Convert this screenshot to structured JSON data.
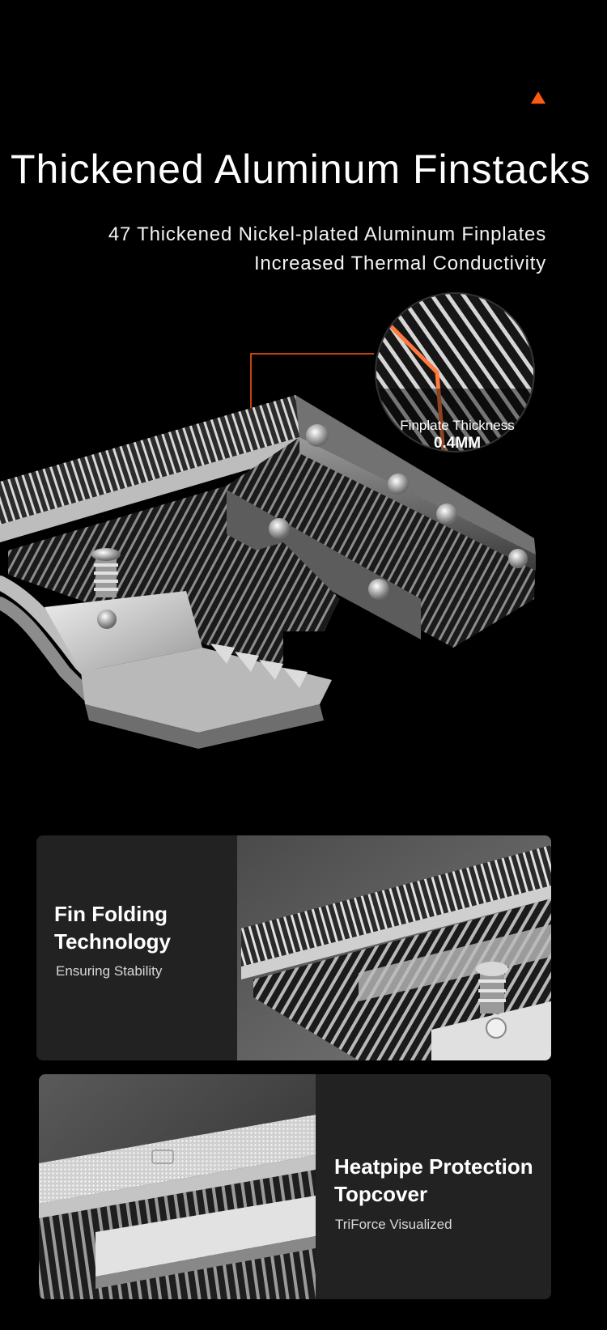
{
  "headline": "Thickened Aluminum Finstacks",
  "subline_1": "47 Thickened Nickel-plated Aluminum Finplates",
  "subline_2": "Increased Thermal Conductivity",
  "callout": {
    "label": "Finplate Thickness",
    "value": "0.4MM"
  },
  "cards": [
    {
      "title": "Fin Folding Technology",
      "subtitle": "Ensuring Stability"
    },
    {
      "title": "Heatpipe Protection Topcover",
      "subtitle": "TriForce Visualized"
    }
  ],
  "colors": {
    "accent": "#ff5a14",
    "background": "#000000",
    "card": "#222222"
  }
}
